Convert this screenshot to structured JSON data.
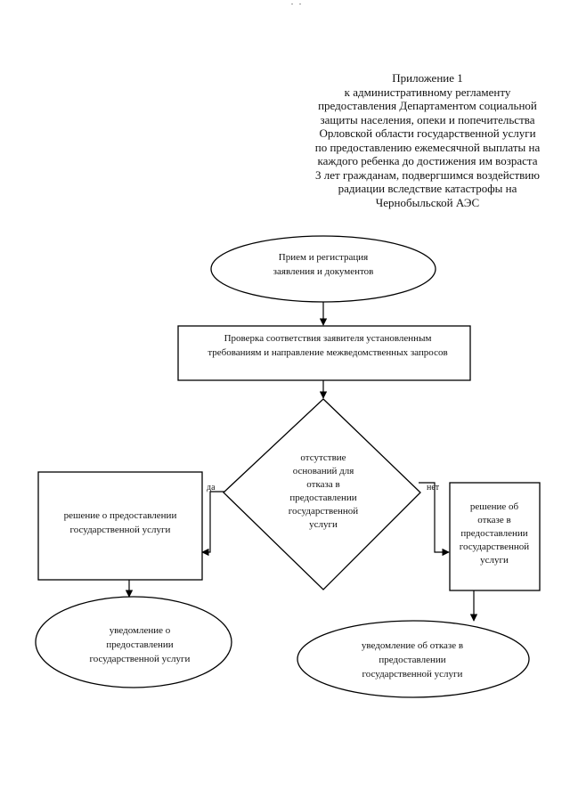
{
  "header": {
    "lines": [
      "Приложение 1",
      "к административному регламенту",
      "предоставления Департаментом социальной",
      "защиты населения, опеки и попечительства",
      "Орловской области государственной услуги",
      "по предоставлению ежемесячной выплаты на",
      "каждого ребенка до достижения им возраста",
      "3 лет гражданам, подвергшимся воздействию",
      "радиации вследствие катастрофы на",
      "Чернобыльской АЭС"
    ]
  },
  "flowchart": {
    "start": {
      "lines": [
        "Прием и регистрация",
        "заявления и документов"
      ]
    },
    "check": {
      "lines": [
        "Проверка соответствия заявителя установленным",
        "требованиям и направление межведомственных запросов"
      ]
    },
    "decision": {
      "lines": [
        "отсутствие",
        "оснований для",
        "отказа в",
        "предоставлении",
        "государственной",
        "услуги"
      ]
    },
    "yes_label": "да",
    "no_label": "нет",
    "grant_decision": {
      "lines": [
        "решение о предоставлении",
        "государственной услуги"
      ]
    },
    "refuse_decision": {
      "lines": [
        "решение об",
        "отказе в",
        "предоставлении",
        "государственной",
        "услуги"
      ]
    },
    "grant_notice": {
      "lines": [
        "уведомление о",
        "предоставлении",
        "государственной услуги"
      ]
    },
    "refuse_notice": {
      "lines": [
        "уведомление об отказе в",
        "предоставлении",
        "государственной услуги"
      ]
    }
  }
}
